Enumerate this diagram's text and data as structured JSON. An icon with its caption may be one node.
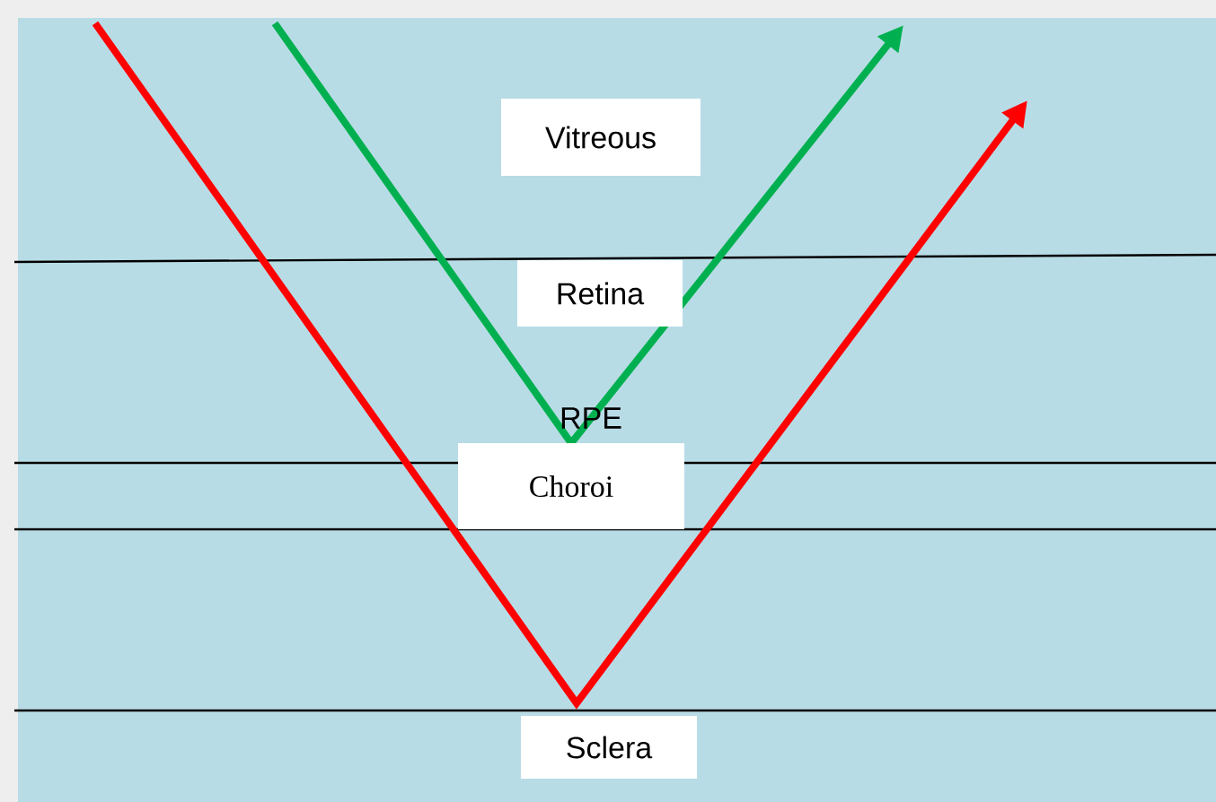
{
  "diagram": {
    "nodes": [
      {
        "text": [
          "Vitreous"
        ]
      },
      {
        "text": [
          "Retina"
        ]
      },
      {
        "text": [
          "Choroi"
        ]
      },
      {
        "text": [
          "Sclera"
        ]
      }
    ],
    "labels": [
      "RPE"
    ]
  }
}
